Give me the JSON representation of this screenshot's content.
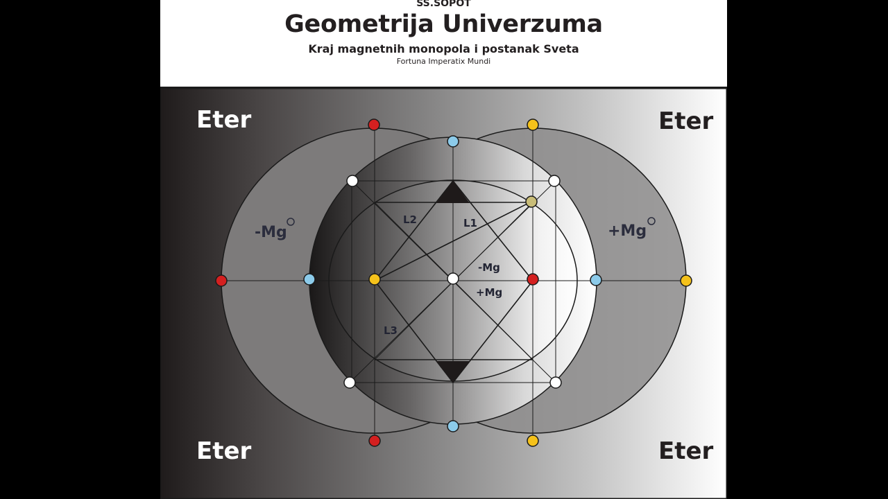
{
  "header": {
    "brand": "SS.SOPOT",
    "title": "Geometrija Univerzuma",
    "subtitle": "Kraj magnetnih monopola i postanak Sveta",
    "tagline": "Fortuna Imperatix Mundi"
  },
  "diagram": {
    "corner_labels": {
      "top_left": "Eter",
      "top_right": "Eter",
      "bottom_left": "Eter",
      "bottom_right": "Eter"
    },
    "field_labels": {
      "left": "-Mg",
      "right": "+Mg",
      "center_upper": "-Mg",
      "center_lower": "+Mg"
    },
    "line_labels": {
      "l1": "L1",
      "l2": "L2",
      "l3": "L3"
    },
    "colors": {
      "red": "#d42020",
      "yellow": "#f5c21b",
      "blue": "#8ccbea",
      "white": "#ffffff",
      "olive": "#c9bd78",
      "ink": "#1a1a1a"
    }
  }
}
